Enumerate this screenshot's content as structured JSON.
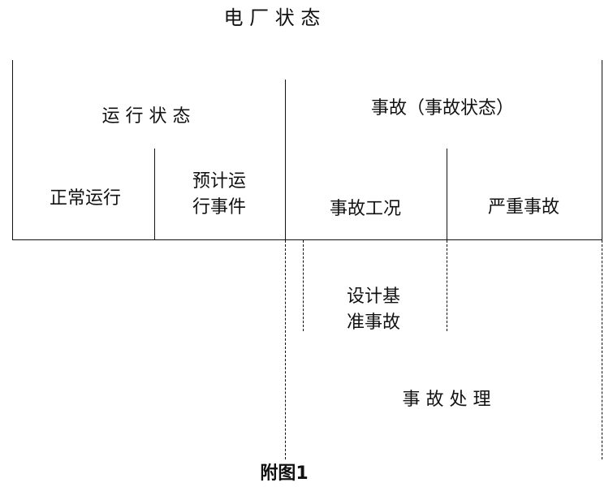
{
  "title": "电 厂 状 态",
  "operation_state": {
    "label": "运 行 状 态",
    "normal": "正常运行",
    "anticipated": "预计运\n行事件"
  },
  "accident_state": {
    "label": "事故（事故状态）",
    "accident_condition": "事故工况",
    "severe": "严重事故"
  },
  "design_basis": "设计基\n准事故",
  "accident_management": "事 故 处 理",
  "caption": "附图1"
}
